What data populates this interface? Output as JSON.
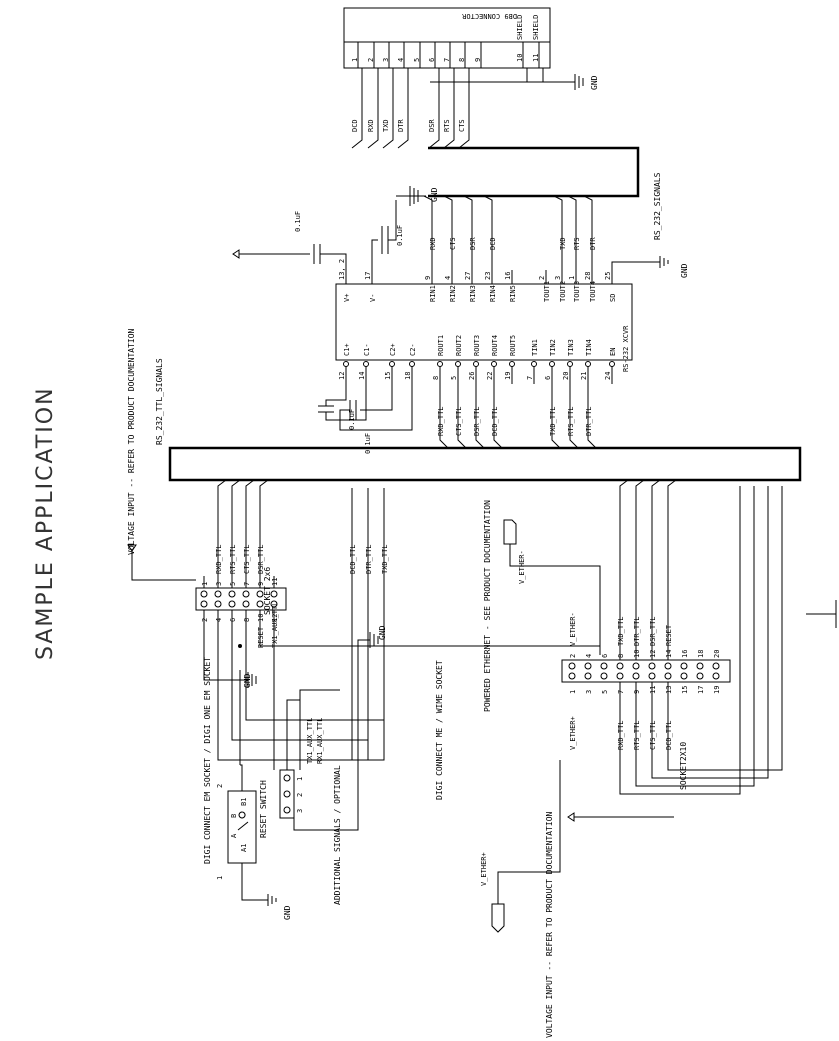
{
  "title": "SAMPLE APPLICATION",
  "notes": {
    "voltage_top": "VOLTAGE INPUT -- REFER TO PRODUCT DOCUMENTATION",
    "rs232_ttl_signals": "RS_232_TTL_SIGNALS",
    "rs232_signals": "RS_232_SIGNALS",
    "digi_em": "DIGI CONNECT EM SOCKET / DIGI ONE EM SOCKET",
    "digi_me": "DIGI CONNECT ME / WIME SOCKET",
    "powered_ethernet": "POWERED ETHERNET - SEE PRODUCT DOCUMENTATION",
    "voltage_bottom": "VOLTAGE INPUT -- REFER TO PRODUCT DOCUMENTATION",
    "additional": "ADDITIONAL SIGNALS / OPTIONAL",
    "reset_switch": "RESET SWITCH"
  },
  "db9": {
    "title": "DB9 CONNECTOR",
    "pins": [
      "1",
      "2",
      "3",
      "4",
      "5",
      "6",
      "7",
      "8",
      "9",
      "10",
      "11"
    ],
    "signals": [
      "DCD",
      "RXD",
      "TXD",
      "DTR",
      "",
      "DSR",
      "RTS",
      "CTS",
      "",
      "SHIELD",
      "SHIELD"
    ],
    "gnd": "GND"
  },
  "xcvr": {
    "name": "RS-232 XCVR",
    "top_pins": [
      "V+",
      "V-",
      "RIN1",
      "RIN2",
      "RIN3",
      "RIN4",
      "RIN5",
      "TOUT1",
      "TOUT2",
      "TOUT3",
      "TOUT4",
      "SD"
    ],
    "top_nums": [
      "13, 2",
      "17",
      "9",
      "4",
      "27",
      "23",
      "16",
      "2",
      "3",
      "1",
      "28",
      "25"
    ],
    "top_signals": [
      "",
      "",
      "RXD",
      "CTS",
      "DSR",
      "DCD",
      "",
      "",
      "TXD",
      "RTS",
      "DTR",
      ""
    ],
    "bottom_pins": [
      "C1+",
      "C1-",
      "C2+",
      "C2-",
      "ROUT1",
      "ROUT2",
      "ROUT3",
      "ROUT4",
      "ROUT5",
      "TIN1",
      "TIN2",
      "TIN3",
      "TIN4",
      "EN"
    ],
    "bottom_nums": [
      "12",
      "14",
      "15",
      "18",
      "8",
      "5",
      "26",
      "22",
      "19",
      "7",
      "6",
      "20",
      "21",
      "24"
    ],
    "bottom_signals": [
      "",
      "",
      "",
      "",
      "RXD_TTL",
      "CTS_TTL",
      "DSR_TTL",
      "DCD_TTL",
      "",
      "",
      "TXD_TTL",
      "RTS_TTL",
      "DTR_TTL",
      ""
    ],
    "gnd": "GND"
  },
  "caps": [
    "0.1uF",
    "0.1uF",
    "0.1uF",
    "0.1uF"
  ],
  "socket2x6": {
    "name": "SOCKET 2x6",
    "left_nums": [
      "2",
      "4",
      "6",
      "8",
      "10",
      "12"
    ],
    "right_nums": [
      "1",
      "3",
      "5",
      "7",
      "9",
      "11"
    ],
    "right_signals": [
      "",
      "RXD_TTL",
      "RTS_TTL",
      "CTS_TTL",
      "DSR_TTL",
      ""
    ],
    "left_signals": [
      "",
      "",
      "",
      "",
      "RESET",
      "TX1_AUX_TTL"
    ],
    "extra_signals": [
      "DCD_TTL",
      "DTR_TTL",
      "TXD_TTL"
    ],
    "gnd": "GND"
  },
  "aux": {
    "signals": [
      "TX1_AUX_TTL",
      "RX1_AUX_TTL"
    ],
    "nums": [
      "1",
      "2",
      "3"
    ],
    "gnd": "GND"
  },
  "reset": {
    "pins": [
      "A1",
      "A",
      "B",
      "B1"
    ],
    "nums": [
      "1",
      "2"
    ],
    "gnd": "GND"
  },
  "socket2x10": {
    "name": "SOCKET2X10",
    "left_nums": [
      "2",
      "4",
      "6",
      "8",
      "10",
      "12",
      "14",
      "16",
      "18",
      "20"
    ],
    "right_nums": [
      "1",
      "3",
      "5",
      "7",
      "9",
      "11",
      "13",
      "15",
      "17",
      "19"
    ],
    "left_signals": [
      "V_ETHER-",
      "",
      "",
      "TXD_TTL",
      "DTR_TTL",
      "DSR_TTL",
      "RESET",
      "",
      "",
      ""
    ],
    "right_signals": [
      "V_ETHER+",
      "",
      "",
      "RXD_TTL",
      "RTS_TTL",
      "CTS_TTL",
      "DCD_TTL",
      "",
      "",
      ""
    ],
    "v_ether_minus": "V_ETHER-",
    "v_ether_plus": "V_ETHER+"
  }
}
